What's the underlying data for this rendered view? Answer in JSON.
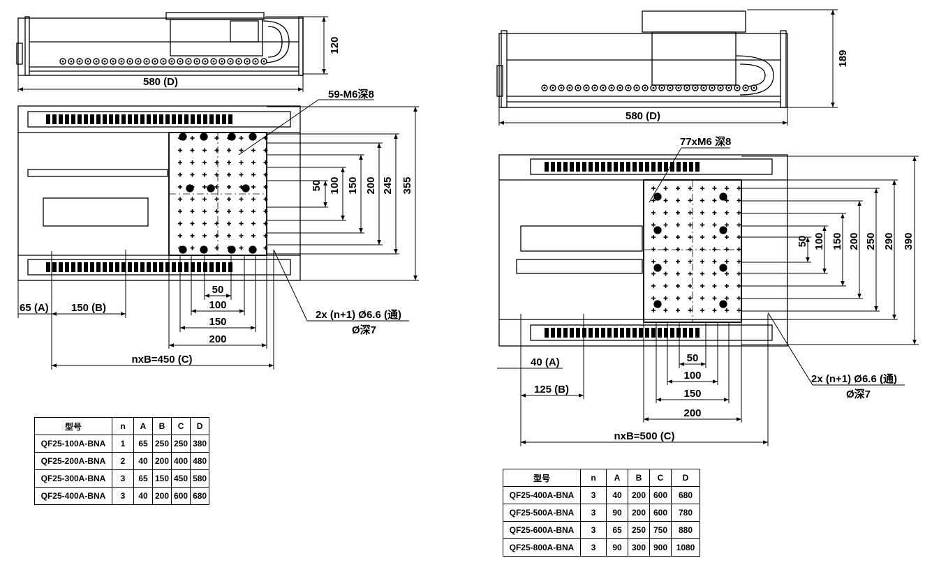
{
  "left_view": {
    "side": {
      "height_label": "120",
      "length_label": "580 (D)"
    },
    "top": {
      "hole_callout": "59-M6深8",
      "vertical_dims": [
        "50",
        "100",
        "150",
        "200",
        "245",
        "355"
      ],
      "horizontal_dims": [
        "50",
        "100",
        "150",
        "200"
      ],
      "a_label": "65 (A)",
      "b_label": "150 (B)",
      "c_label": "nxB=450 (C)",
      "through_hole_callout": "2x (n+1) Ø6.6 (通)",
      "through_hole_depth": "Ø深7"
    },
    "table": {
      "headers": [
        "型号",
        "n",
        "A",
        "B",
        "C",
        "D"
      ],
      "rows": [
        [
          "QF25-100A-BNA",
          "1",
          "65",
          "250",
          "250",
          "380"
        ],
        [
          "QF25-200A-BNA",
          "2",
          "40",
          "200",
          "400",
          "480"
        ],
        [
          "QF25-300A-BNA",
          "3",
          "65",
          "150",
          "450",
          "580"
        ],
        [
          "QF25-400A-BNA",
          "3",
          "40",
          "200",
          "600",
          "680"
        ]
      ]
    }
  },
  "right_view": {
    "side": {
      "height_label": "189",
      "length_label": "580 (D)"
    },
    "top": {
      "hole_callout": "77xM6 深8",
      "vertical_dims": [
        "50",
        "100",
        "150",
        "200",
        "250",
        "290",
        "390"
      ],
      "horizontal_dims": [
        "50",
        "100",
        "150",
        "200"
      ],
      "a_label": "40 (A)",
      "b_label": "125 (B)",
      "c_label": "nxB=500 (C)",
      "through_hole_callout": "2x (n+1) Ø6.6 (通)",
      "through_hole_depth": "Ø深7"
    },
    "table": {
      "headers": [
        "型号",
        "n",
        "A",
        "B",
        "C",
        "D"
      ],
      "rows": [
        [
          "QF25-400A-BNA",
          "3",
          "40",
          "200",
          "600",
          "680"
        ],
        [
          "QF25-500A-BNA",
          "3",
          "90",
          "200",
          "600",
          "780"
        ],
        [
          "QF25-600A-BNA",
          "3",
          "65",
          "250",
          "750",
          "880"
        ],
        [
          "QF25-800A-BNA",
          "3",
          "90",
          "300",
          "900",
          "1080"
        ]
      ]
    }
  }
}
